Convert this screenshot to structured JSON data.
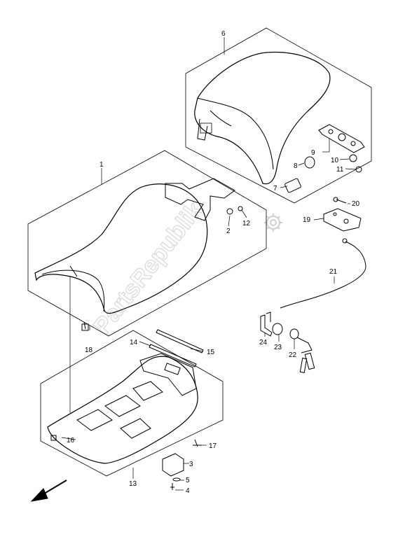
{
  "diagram": {
    "watermark": "PartsRepublik",
    "colors": {
      "line": "#000000",
      "watermark": "#d0d0d0",
      "background": "#ffffff"
    },
    "callouts": {
      "c1": "1",
      "c2": "2",
      "c3": "3",
      "c4": "4",
      "c5": "5",
      "c6": "6",
      "c7": "7",
      "c8": "8",
      "c9": "9",
      "c10": "10",
      "c11": "11",
      "c12": "12",
      "c13": "13",
      "c14": "14",
      "c15": "15",
      "c16": "16",
      "c17": "17",
      "c18": "18",
      "c19": "19",
      "c20": "20",
      "c21": "21",
      "c22": "22",
      "c23": "23",
      "c24": "24"
    },
    "icons": {
      "front_arrow": "arrow-down-left-icon",
      "gear": "gear-icon"
    }
  }
}
